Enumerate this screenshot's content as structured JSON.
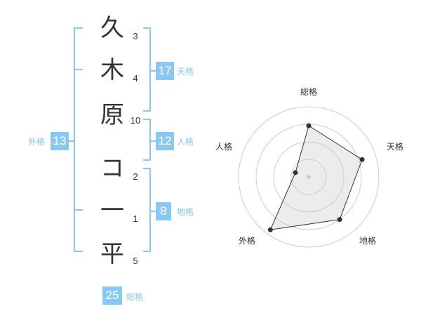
{
  "name": {
    "chars": [
      "久",
      "木",
      "原",
      "コ",
      "一",
      "平"
    ],
    "strokes": [
      "3",
      "4",
      "10",
      "2",
      "1",
      "5"
    ]
  },
  "kaku": {
    "tenkaku": {
      "value": "17",
      "label": "天格"
    },
    "jinkaku": {
      "value": "12",
      "label": "人格"
    },
    "chikaku": {
      "value": "8",
      "label": "地格"
    },
    "gaikaku": {
      "value": "13",
      "label": "外格"
    },
    "soukaku": {
      "value": "25",
      "label": "総格"
    }
  },
  "colors": {
    "accent": "#88c8f2",
    "bracket": "#88c8f2",
    "text": "#333333"
  },
  "chart_data": {
    "type": "radar",
    "axes": [
      "総格",
      "天格",
      "地格",
      "外格",
      "人格"
    ],
    "values": [
      0.73,
      0.8,
      0.75,
      0.93,
      0.2
    ],
    "range": [
      0,
      1
    ],
    "rings": 4,
    "grid": true
  }
}
